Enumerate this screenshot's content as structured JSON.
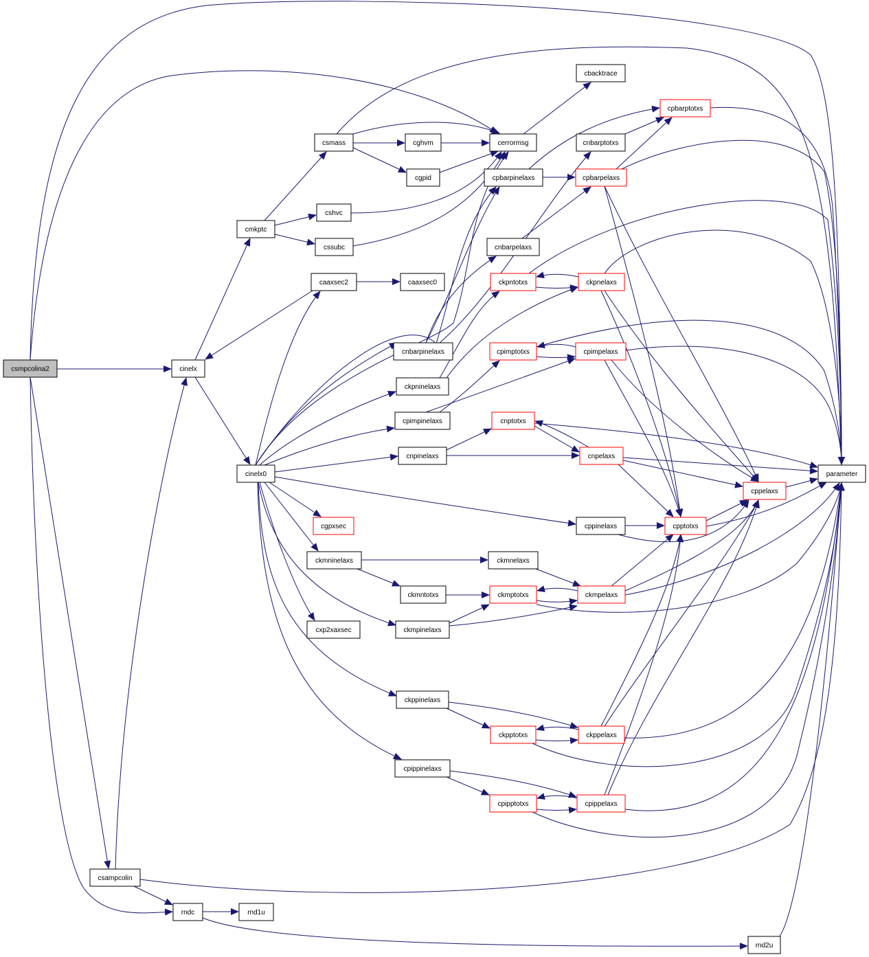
{
  "diagram": {
    "type": "call-graph",
    "edge_color": "#191970",
    "node_border_default": "#000000",
    "node_border_truncated": "#ff0000",
    "root_fill": "#bfbfbf",
    "nodes": [
      {
        "id": "csmpcolina2",
        "label": "csmpcolina2",
        "style": "root"
      },
      {
        "id": "cinelx",
        "label": "cinelx",
        "style": "normal"
      },
      {
        "id": "csampcolin",
        "label": "csampcolin",
        "style": "normal"
      },
      {
        "id": "rndc",
        "label": "rndc",
        "style": "normal"
      },
      {
        "id": "rnd1u",
        "label": "rnd1u",
        "style": "normal"
      },
      {
        "id": "rnd2u",
        "label": "rnd2u",
        "style": "normal"
      },
      {
        "id": "cmkptc",
        "label": "cmkptc",
        "style": "normal"
      },
      {
        "id": "cinelx0",
        "label": "cinelx0",
        "style": "normal"
      },
      {
        "id": "csmass",
        "label": "csmass",
        "style": "normal"
      },
      {
        "id": "cshvc",
        "label": "cshvc",
        "style": "normal"
      },
      {
        "id": "cssubc",
        "label": "cssubc",
        "style": "normal"
      },
      {
        "id": "caaxsec2",
        "label": "caaxsec2",
        "style": "normal"
      },
      {
        "id": "caaxsec0",
        "label": "caaxsec0",
        "style": "normal"
      },
      {
        "id": "cghvm",
        "label": "cghvm",
        "style": "normal"
      },
      {
        "id": "cgpid",
        "label": "cgpid",
        "style": "normal"
      },
      {
        "id": "cerrormsg",
        "label": "cerrormsg",
        "style": "normal"
      },
      {
        "id": "cbacktrace",
        "label": "cbacktrace",
        "style": "normal"
      },
      {
        "id": "cpbarptotxs",
        "label": "cpbarptotxs",
        "style": "red"
      },
      {
        "id": "cnbarptotxs",
        "label": "cnbarptotxs",
        "style": "normal"
      },
      {
        "id": "cpbarpinelaxs",
        "label": "cpbarpinelaxs",
        "style": "normal"
      },
      {
        "id": "cpbarpelaxs",
        "label": "cpbarpelaxs",
        "style": "red"
      },
      {
        "id": "cnbarpelaxs",
        "label": "cnbarpelaxs",
        "style": "normal"
      },
      {
        "id": "ckpntotxs",
        "label": "ckpntotxs",
        "style": "red"
      },
      {
        "id": "ckpnelaxs",
        "label": "ckpnelaxs",
        "style": "red"
      },
      {
        "id": "cnbarpinelaxs",
        "label": "cnbarpinelaxs",
        "style": "normal"
      },
      {
        "id": "cpimptotxs",
        "label": "cpimptotxs",
        "style": "red"
      },
      {
        "id": "cpimpelaxs",
        "label": "cpimpelaxs",
        "style": "red"
      },
      {
        "id": "ckpninelaxs",
        "label": "ckpninelaxs",
        "style": "normal"
      },
      {
        "id": "cpimpinelaxs",
        "label": "cpimpinelaxs",
        "style": "normal"
      },
      {
        "id": "cnptotxs",
        "label": "cnptotxs",
        "style": "red"
      },
      {
        "id": "cnpinelaxs",
        "label": "cnpinelaxs",
        "style": "normal"
      },
      {
        "id": "cnpelaxs",
        "label": "cnpelaxs",
        "style": "red"
      },
      {
        "id": "parameter",
        "label": "parameter",
        "style": "normal"
      },
      {
        "id": "cppelaxs",
        "label": "cppelaxs",
        "style": "red"
      },
      {
        "id": "cgpxsec",
        "label": "cgpxsec",
        "style": "red"
      },
      {
        "id": "cppinelaxs",
        "label": "cppinelaxs",
        "style": "normal"
      },
      {
        "id": "cpptotxs",
        "label": "cpptotxs",
        "style": "red"
      },
      {
        "id": "ckmninelaxs",
        "label": "ckmninelaxs",
        "style": "normal"
      },
      {
        "id": "ckmnelaxs",
        "label": "ckmnelaxs",
        "style": "normal"
      },
      {
        "id": "ckmntotxs",
        "label": "ckmntotxs",
        "style": "normal"
      },
      {
        "id": "ckmptotxs",
        "label": "ckmptotxs",
        "style": "red"
      },
      {
        "id": "ckmpelaxs",
        "label": "ckmpelaxs",
        "style": "red"
      },
      {
        "id": "cxp2xaxsec",
        "label": "cxp2xaxsec",
        "style": "normal"
      },
      {
        "id": "ckmpinelaxs",
        "label": "ckmpinelaxs",
        "style": "normal"
      },
      {
        "id": "ckppinelaxs",
        "label": "ckppinelaxs",
        "style": "normal"
      },
      {
        "id": "ckpptotxs",
        "label": "ckpptotxs",
        "style": "red"
      },
      {
        "id": "ckppelaxs",
        "label": "ckppelaxs",
        "style": "red"
      },
      {
        "id": "cpippinelaxs",
        "label": "cpippinelaxs",
        "style": "normal"
      },
      {
        "id": "cpipptotxs",
        "label": "cpipptotxs",
        "style": "red"
      },
      {
        "id": "cpippelaxs",
        "label": "cpippelaxs",
        "style": "red"
      }
    ],
    "edges": [
      [
        "csmpcolina2",
        "cinelx"
      ],
      [
        "csmpcolina2",
        "csampcolin"
      ],
      [
        "csmpcolina2",
        "rndc"
      ],
      [
        "csmpcolina2",
        "cerrormsg"
      ],
      [
        "csmpcolina2",
        "parameter"
      ],
      [
        "csampcolin",
        "cinelx"
      ],
      [
        "csampcolin",
        "rndc"
      ],
      [
        "csampcolin",
        "parameter"
      ],
      [
        "rndc",
        "rnd1u"
      ],
      [
        "rndc",
        "rnd2u"
      ],
      [
        "rnd2u",
        "parameter"
      ],
      [
        "cinelx",
        "cmkptc"
      ],
      [
        "cinelx",
        "cinelx0"
      ],
      [
        "cmkptc",
        "csmass"
      ],
      [
        "cmkptc",
        "cshvc"
      ],
      [
        "cmkptc",
        "cssubc"
      ],
      [
        "csmass",
        "cerrormsg"
      ],
      [
        "csmass",
        "cghvm"
      ],
      [
        "csmass",
        "cgpid"
      ],
      [
        "csmass",
        "parameter"
      ],
      [
        "cghvm",
        "cerrormsg"
      ],
      [
        "cgpid",
        "cerrormsg"
      ],
      [
        "cshvc",
        "cerrormsg"
      ],
      [
        "cssubc",
        "cerrormsg"
      ],
      [
        "cerrormsg",
        "cbacktrace"
      ],
      [
        "caaxsec2",
        "caaxsec0"
      ],
      [
        "caaxsec2",
        "cinelx"
      ],
      [
        "cinelx0",
        "caaxsec2"
      ],
      [
        "cinelx0",
        "cnbarpinelaxs"
      ],
      [
        "cinelx0",
        "ckpninelaxs"
      ],
      [
        "cinelx0",
        "cpimpinelaxs"
      ],
      [
        "cinelx0",
        "cnpinelaxs"
      ],
      [
        "cinelx0",
        "cppinelaxs"
      ],
      [
        "cinelx0",
        "cgpxsec"
      ],
      [
        "cinelx0",
        "ckmninelaxs"
      ],
      [
        "cinelx0",
        "cxp2xaxsec"
      ],
      [
        "cinelx0",
        "ckmpinelaxs"
      ],
      [
        "cinelx0",
        "ckppinelaxs"
      ],
      [
        "cinelx0",
        "cpippinelaxs"
      ],
      [
        "cinelx0",
        "cpbarpinelaxs"
      ],
      [
        "cinelx0",
        "cerrormsg"
      ],
      [
        "cnbarpinelaxs",
        "cnbarpelaxs"
      ],
      [
        "cnbarpinelaxs",
        "cnbarptotxs"
      ],
      [
        "cnbarpinelaxs",
        "cpbarpinelaxs"
      ],
      [
        "cnbarpelaxs",
        "cpbarpelaxs"
      ],
      [
        "cpbarpinelaxs",
        "cpbarpelaxs"
      ],
      [
        "cpbarpinelaxs",
        "cpbarptotxs"
      ],
      [
        "cnbarptotxs",
        "cpbarptotxs"
      ],
      [
        "cpbarpelaxs",
        "cpbarptotxs"
      ],
      [
        "cpbarpelaxs",
        "parameter"
      ],
      [
        "cpbarpelaxs",
        "cppelaxs"
      ],
      [
        "cpbarpelaxs",
        "cpptotxs"
      ],
      [
        "cpbarptotxs",
        "parameter"
      ],
      [
        "ckpninelaxs",
        "ckpntotxs"
      ],
      [
        "ckpninelaxs",
        "ckpnelaxs"
      ],
      [
        "ckpntotxs",
        "ckpnelaxs"
      ],
      [
        "ckpntotxs",
        "parameter"
      ],
      [
        "ckpnelaxs",
        "ckpntotxs"
      ],
      [
        "ckpnelaxs",
        "parameter"
      ],
      [
        "ckpnelaxs",
        "cppelaxs"
      ],
      [
        "ckpnelaxs",
        "cpptotxs"
      ],
      [
        "cpimpinelaxs",
        "cpimptotxs"
      ],
      [
        "cpimpinelaxs",
        "cpimpelaxs"
      ],
      [
        "cpimptotxs",
        "cpimpelaxs"
      ],
      [
        "cpimptotxs",
        "parameter"
      ],
      [
        "cpimpelaxs",
        "cpimptotxs"
      ],
      [
        "cpimpelaxs",
        "parameter"
      ],
      [
        "cpimpelaxs",
        "cppelaxs"
      ],
      [
        "cpimpelaxs",
        "cpptotxs"
      ],
      [
        "cnpinelaxs",
        "cnptotxs"
      ],
      [
        "cnpinelaxs",
        "cnpelaxs"
      ],
      [
        "cnptotxs",
        "cnpelaxs"
      ],
      [
        "cnptotxs",
        "parameter"
      ],
      [
        "cnpelaxs",
        "cnptotxs"
      ],
      [
        "cnpelaxs",
        "parameter"
      ],
      [
        "cnpelaxs",
        "cppelaxs"
      ],
      [
        "cnpelaxs",
        "cpptotxs"
      ],
      [
        "cppinelaxs",
        "cpptotxs"
      ],
      [
        "cppinelaxs",
        "cppelaxs"
      ],
      [
        "cpptotxs",
        "cppelaxs"
      ],
      [
        "cpptotxs",
        "parameter"
      ],
      [
        "cppelaxs",
        "parameter"
      ],
      [
        "ckmninelaxs",
        "ckmnelaxs"
      ],
      [
        "ckmninelaxs",
        "ckmntotxs"
      ],
      [
        "ckmnelaxs",
        "ckmpelaxs"
      ],
      [
        "ckmntotxs",
        "ckmptotxs"
      ],
      [
        "ckmpinelaxs",
        "ckmptotxs"
      ],
      [
        "ckmpinelaxs",
        "ckmpelaxs"
      ],
      [
        "ckmptotxs",
        "ckmpelaxs"
      ],
      [
        "ckmptotxs",
        "parameter"
      ],
      [
        "ckmpelaxs",
        "ckmptotxs"
      ],
      [
        "ckmpelaxs",
        "parameter"
      ],
      [
        "ckmpelaxs",
        "cppelaxs"
      ],
      [
        "ckmpelaxs",
        "cpptotxs"
      ],
      [
        "ckppinelaxs",
        "ckpptotxs"
      ],
      [
        "ckppinelaxs",
        "ckppelaxs"
      ],
      [
        "ckpptotxs",
        "ckppelaxs"
      ],
      [
        "ckpptotxs",
        "parameter"
      ],
      [
        "ckppelaxs",
        "ckpptotxs"
      ],
      [
        "ckppelaxs",
        "parameter"
      ],
      [
        "ckppelaxs",
        "cppelaxs"
      ],
      [
        "ckppelaxs",
        "cpptotxs"
      ],
      [
        "cpippinelaxs",
        "cpipptotxs"
      ],
      [
        "cpippinelaxs",
        "cpippelaxs"
      ],
      [
        "cpipptotxs",
        "cpippelaxs"
      ],
      [
        "cpipptotxs",
        "parameter"
      ],
      [
        "cpippelaxs",
        "cpipptotxs"
      ],
      [
        "cpippelaxs",
        "parameter"
      ],
      [
        "cpippelaxs",
        "cppelaxs"
      ],
      [
        "cpippelaxs",
        "cpptotxs"
      ]
    ]
  }
}
